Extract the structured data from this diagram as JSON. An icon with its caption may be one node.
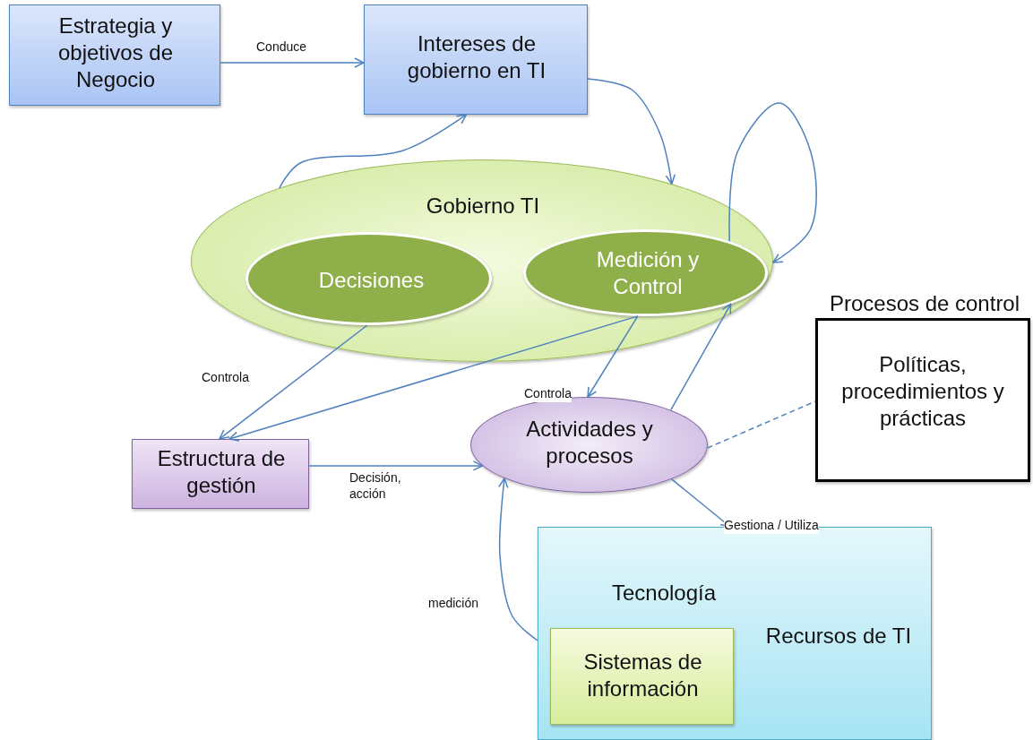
{
  "diagram": {
    "nodes": [
      {
        "text": [
          "Estrategia y objetivos de Negocio"
        ]
      },
      {
        "text": [
          "Intereses de gobierno en TI"
        ]
      },
      {
        "text": [
          "Gobierno TI"
        ]
      },
      {
        "text": [
          "Decisiones"
        ],
        "in": 2
      },
      {
        "text": [
          "Medición y Control"
        ],
        "in": 2
      },
      {
        "text": [
          "Procesos de control",
          "Políticas, procedimientos y prácticas"
        ]
      },
      {
        "text": [
          "Estructura de gestión"
        ]
      },
      {
        "text": [
          "Actividades y procesos"
        ]
      },
      {
        "text": [
          "Tecnología",
          "Recursos de TI"
        ]
      },
      {
        "text": [
          "Sistemas de información"
        ],
        "in": 8
      }
    ],
    "edges": [
      {
        "from": 0,
        "to": 1,
        "arrow": "to",
        "label": "Conduce"
      },
      {
        "from": 2,
        "to": 1,
        "arrow": "to"
      },
      {
        "from": 1,
        "to": 2,
        "arrow": "to"
      },
      {
        "from": 4,
        "to": 2,
        "arrow": "to"
      },
      {
        "from": 3,
        "to": 6,
        "arrow": "to",
        "label": "Controla"
      },
      {
        "from": 4,
        "to": 6,
        "arrow": "to"
      },
      {
        "from": 4,
        "to": 7,
        "arrow": "to",
        "label": "Controla"
      },
      {
        "from": 7,
        "to": 4,
        "arrow": "to"
      },
      {
        "from": 6,
        "to": 7,
        "arrow": "to",
        "label": "Decisión, acción"
      },
      {
        "from": 7,
        "to": 8,
        "arrow": "to",
        "label": "Gestiona / Utiliza"
      },
      {
        "from": 8,
        "to": 7,
        "arrow": "to",
        "label": "medición"
      },
      {
        "from": 7,
        "to": 5,
        "arrow": "none",
        "style": "dashed"
      }
    ]
  }
}
